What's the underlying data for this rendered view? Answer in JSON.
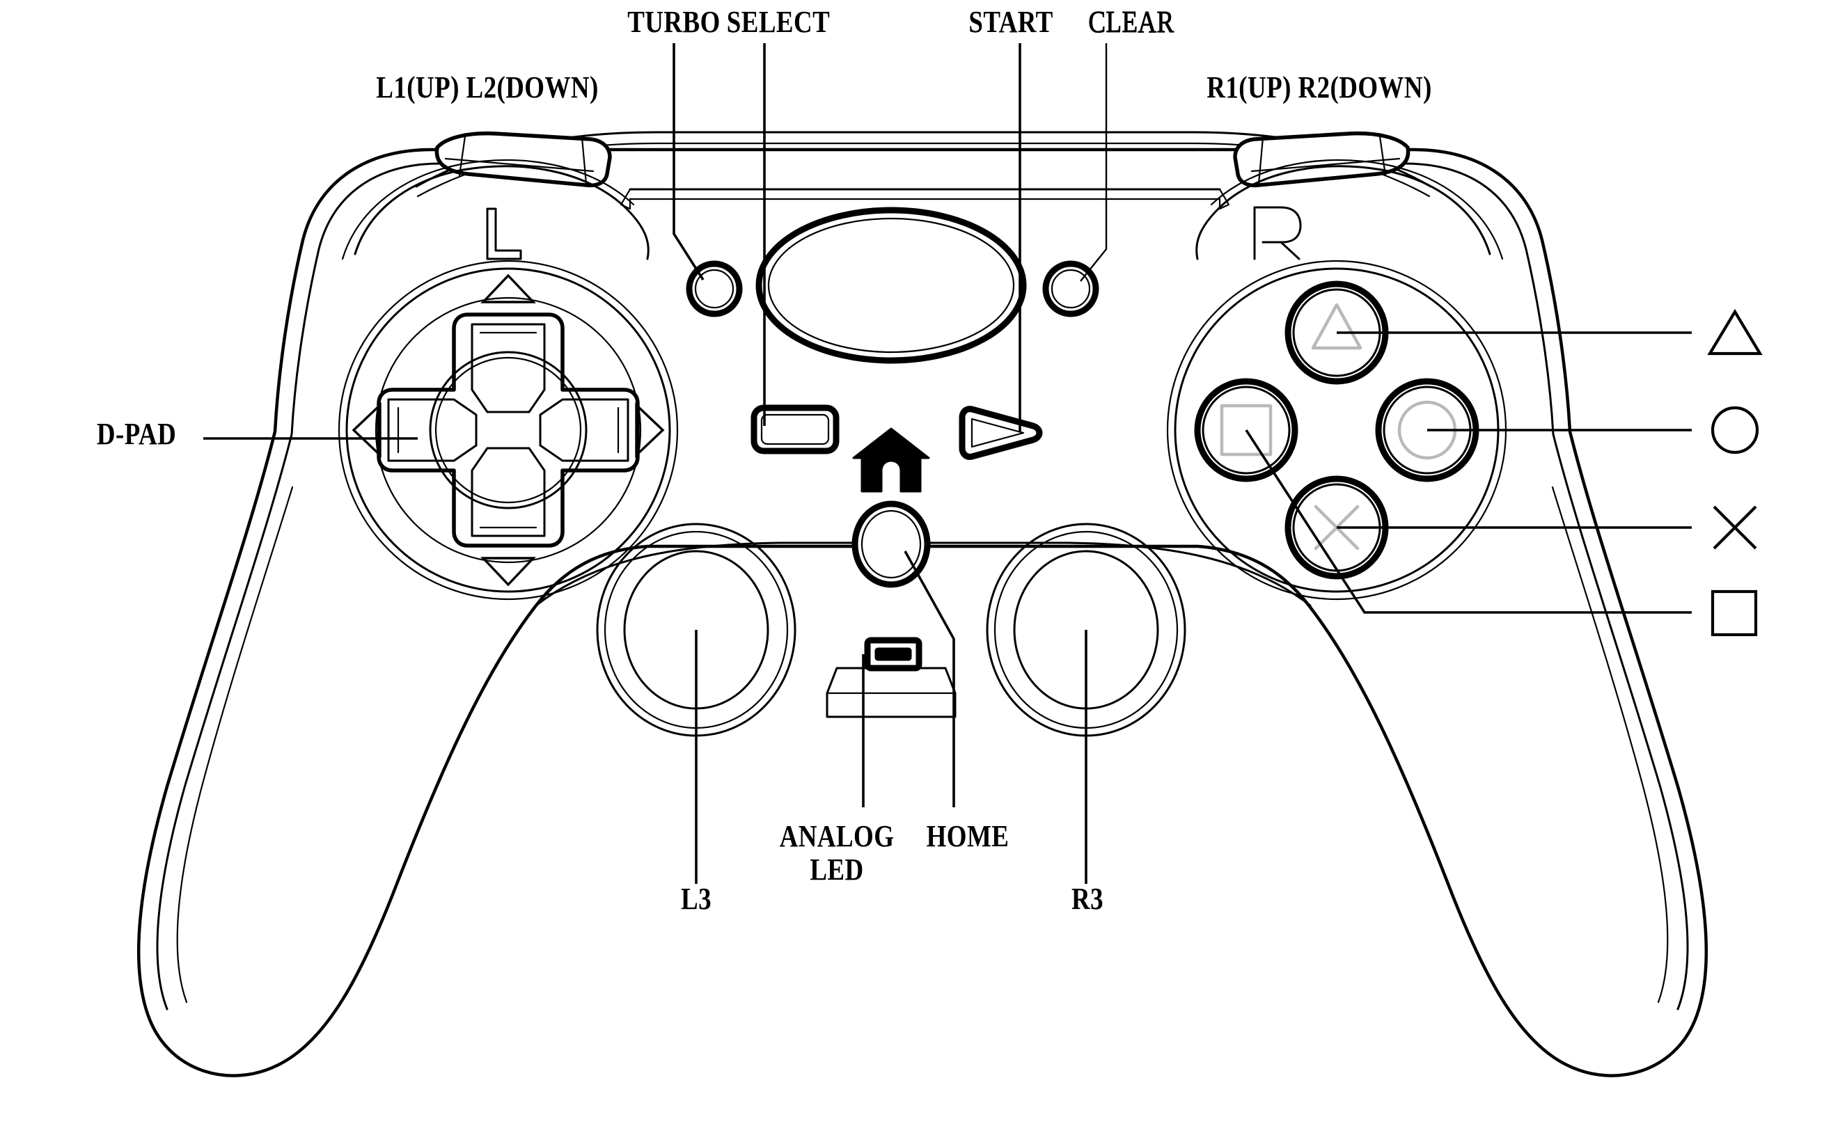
{
  "diagram": {
    "title": "Game Controller Button Layout Diagram",
    "device": "gamepad",
    "line_color": "#000000",
    "glyph_color": "#b9b9b9",
    "background": "#ffffff"
  },
  "callouts": {
    "top": [
      {
        "id": "turbo",
        "label": "TURBO",
        "emphasis": "bold"
      },
      {
        "id": "select",
        "label": "SELECT",
        "emphasis": "bold"
      },
      {
        "id": "start",
        "label": "START",
        "emphasis": "bold"
      },
      {
        "id": "clear",
        "label": "CLEAR",
        "emphasis": "light"
      }
    ],
    "shoulders": [
      {
        "id": "left-shoulder",
        "label": "L1(UP) L2(DOWN)"
      },
      {
        "id": "right-shoulder",
        "label": "R1(UP) R2(DOWN)"
      }
    ],
    "left": [
      {
        "id": "dpad",
        "label": "D-PAD"
      }
    ],
    "bottom": [
      {
        "id": "analog-led",
        "label_line1": "ANALOG",
        "label_line2": "LED"
      },
      {
        "id": "home",
        "label": "HOME"
      },
      {
        "id": "l3",
        "label": "L3"
      },
      {
        "id": "r3",
        "label": "R3"
      }
    ],
    "right_symbols": [
      {
        "id": "triangle",
        "symbol": "triangle-icon",
        "name": "triangle"
      },
      {
        "id": "circle",
        "symbol": "circle-icon",
        "name": "circle"
      },
      {
        "id": "cross",
        "symbol": "cross-icon",
        "name": "cross"
      },
      {
        "id": "square",
        "symbol": "square-icon",
        "name": "square"
      }
    ]
  },
  "body_markings": {
    "left_shoulder_letter": "L",
    "right_shoulder_letter": "R",
    "home_glyph": "house-icon"
  },
  "face_buttons": [
    {
      "id": "triangle",
      "glyph": "triangle"
    },
    {
      "id": "circle",
      "glyph": "circle"
    },
    {
      "id": "cross",
      "glyph": "cross"
    },
    {
      "id": "square",
      "glyph": "square"
    }
  ],
  "dpad_directions": [
    "up",
    "right",
    "down",
    "left"
  ]
}
